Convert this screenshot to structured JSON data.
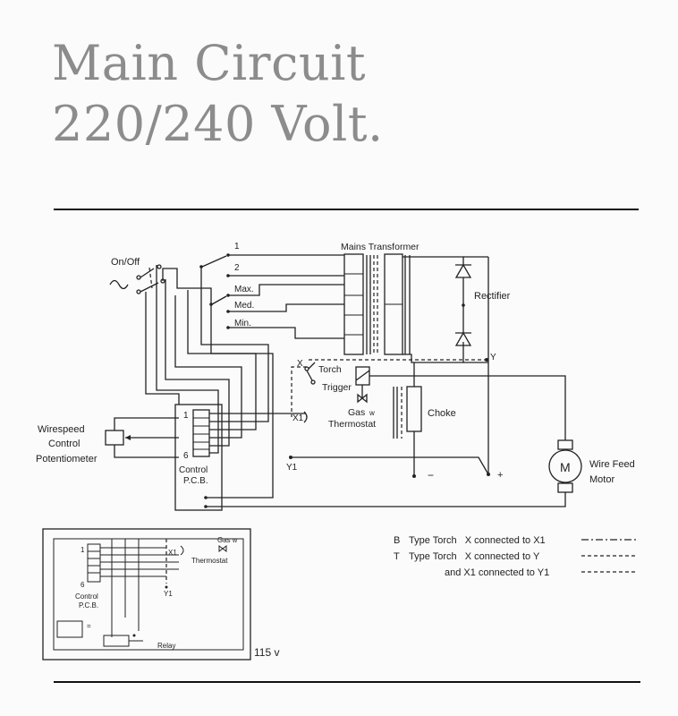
{
  "title": {
    "line1": "Main Circuit",
    "line2": "220/240 Volt."
  },
  "labels": {
    "on_off": "On/Off",
    "tap1": "1",
    "tap2": "2",
    "max": "Max.",
    "med": "Med.",
    "min": "Min.",
    "mains_transformer": "Mains Transformer",
    "rectifier": "Rectifier",
    "y_node": "Y",
    "x_node": "X",
    "torch": "Torch",
    "trigger": "Trigger",
    "gas": "Gas",
    "gas_symbol": "w",
    "thermostat": "Thermostat",
    "choke": "Choke",
    "x1_node": "X1",
    "y1_node": "Y1",
    "minus": "−",
    "plus": "+",
    "motor_symbol": "M",
    "wire_feed": "Wire Feed",
    "motor": "Motor",
    "wirespeed": "Wirespeed",
    "control": "Control",
    "potentiometer": "Potentiometer",
    "pcb_pin1": "1",
    "pcb_pin6": "6",
    "control_pcb_1": "Control",
    "control_pcb_2": "P.C.B."
  },
  "legend": [
    {
      "prefix": "B",
      "text": "Type Torch   X connected to X1"
    },
    {
      "prefix": "T",
      "text": "Type Torch   X connected to Y"
    },
    {
      "prefix": "",
      "text": "and X1 connected to Y1"
    }
  ],
  "inset": {
    "pin1": "1",
    "pin6": "6",
    "control": "Control",
    "pcb": "P.C.B.",
    "x1": "X1",
    "y1": "Y1",
    "gas": "Gas",
    "gas_symbol": "w",
    "thermostat": "Thermostat",
    "relay": "Relay",
    "voltage": "115 v"
  }
}
